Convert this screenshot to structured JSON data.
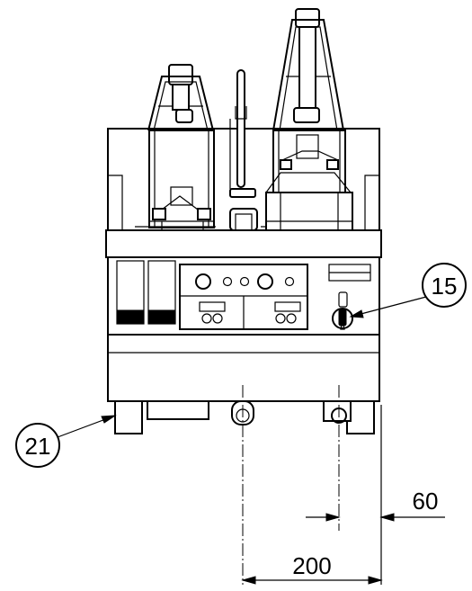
{
  "callouts": {
    "part_15": "15",
    "part_21": "21"
  },
  "dimensions": {
    "leg_offset": "60",
    "leg_spacing": "200"
  },
  "colors": {
    "line": "#000000",
    "background": "#ffffff"
  }
}
